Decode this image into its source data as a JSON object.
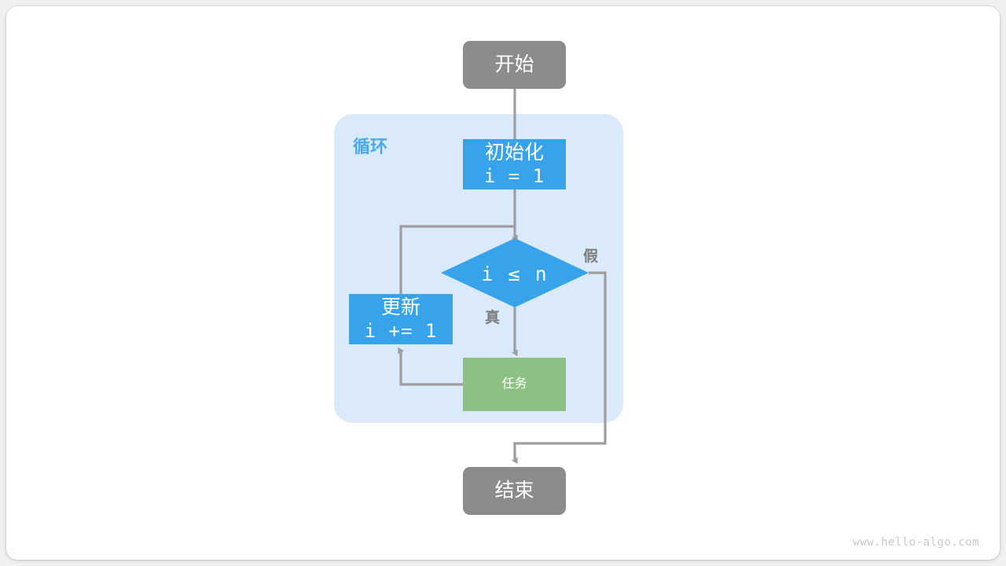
{
  "canvas": {
    "background": "#f0f0f0",
    "card_background": "#ffffff"
  },
  "colors": {
    "terminal": "#8c8c8c",
    "process": "#36a3eb",
    "task": "#8cc183",
    "loop_container": "#dbeafb",
    "loop_label": "#4aa8ef",
    "connector": "#9e9e9e",
    "edge_label": "#7d7d7d",
    "watermark": "#c9c9c9"
  },
  "diagram": {
    "type": "flowchart",
    "title": "",
    "loop_region": {
      "label": "循环"
    },
    "nodes": [
      {
        "id": "start",
        "shape": "terminal",
        "label": "开始"
      },
      {
        "id": "init",
        "shape": "process",
        "line1": "初始化",
        "line2": "i = 1"
      },
      {
        "id": "cond",
        "shape": "diamond",
        "label": "i ≤ n"
      },
      {
        "id": "update",
        "shape": "process",
        "line1": "更新",
        "line2": "i += 1"
      },
      {
        "id": "task",
        "shape": "task",
        "label": "任务"
      },
      {
        "id": "end",
        "shape": "terminal",
        "label": "结束"
      }
    ],
    "edges": [
      {
        "from": "start",
        "to": "init",
        "label": ""
      },
      {
        "from": "init",
        "to": "cond",
        "label": ""
      },
      {
        "from": "cond",
        "to": "task",
        "label": "真"
      },
      {
        "from": "cond",
        "to": "end",
        "label": "假"
      },
      {
        "from": "task",
        "to": "update",
        "label": ""
      },
      {
        "from": "update",
        "to": "cond",
        "label": ""
      }
    ]
  },
  "watermark": {
    "text": "www.hello-algo.com"
  }
}
